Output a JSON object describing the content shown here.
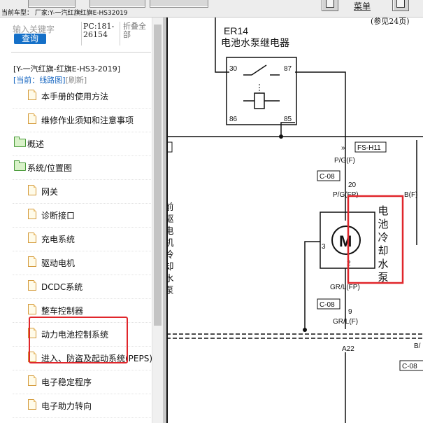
{
  "topbar": {
    "vehicle_model": "当前车型：  厂家:Y-一汽红旗红旗E-HS32019",
    "menu_label": "菜单"
  },
  "sidebar": {
    "search_placeholder": "输入关键字",
    "query_button": "查询",
    "pc_code": "PC:181-26154",
    "collapse_all": "折叠全部",
    "vehicle_info": "[Y-一汽红旗-红旗E-HS3-2019]",
    "breadcrumb_current": "[当前：线路图]",
    "refresh": "[刷新]",
    "items": [
      {
        "label": "本手册的使用方法",
        "type": "doc"
      },
      {
        "label": "维修作业须知和注意事项",
        "type": "doc"
      },
      {
        "label": "概述",
        "type": "folder"
      },
      {
        "label": "系统/位置图",
        "type": "folder"
      },
      {
        "label": "网关",
        "type": "doc"
      },
      {
        "label": "诊断接口",
        "type": "doc"
      },
      {
        "label": "充电系统",
        "type": "doc"
      },
      {
        "label": "驱动电机",
        "type": "doc"
      },
      {
        "label": "DCDC系统",
        "type": "doc"
      },
      {
        "label": "整车控制器",
        "type": "doc"
      },
      {
        "label": "动力电池控制系统",
        "type": "doc"
      },
      {
        "label": "进入、防盗及起动系统(PEPS)",
        "type": "doc"
      },
      {
        "label": "电子稳定程序",
        "type": "doc"
      },
      {
        "label": "电子助力转向",
        "type": "doc"
      }
    ]
  },
  "diagram": {
    "ref_note": "(参见24页)",
    "relay_id": "ER14",
    "relay_name": "电池水泵继电器",
    "pin_30": "30",
    "pin_87": "87",
    "pin_86": "86",
    "pin_85": "85",
    "fuse_label": "FS-H11",
    "wire_pg_f": "P/G(F)",
    "conn_c08_top": "C-08",
    "pin_20": "20",
    "wire_pg_fp": "P/G(FP)",
    "wire_bf": "B(F)",
    "motor_symbol": "M",
    "motor_pin_3": "3",
    "motor_pin_2": "2",
    "pump_label": "电池冷却水泵",
    "side_label": "前驱电机冷却水泵",
    "wire_grl_fp": "GR/L(FP)",
    "conn_c08_mid": "C-08",
    "pin_9": "9",
    "wire_grl_f": "GR/L(F)",
    "conn_a22": "A22",
    "wire_b_right": "B/",
    "conn_c08_right": "C-08",
    "colors": {
      "highlight": "#e0262b",
      "accent": "#1570c8"
    }
  }
}
